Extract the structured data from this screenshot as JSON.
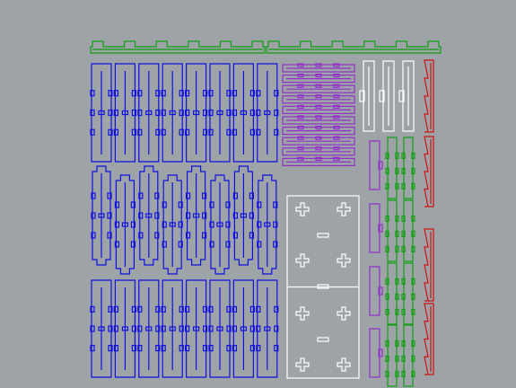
{
  "canvas": {
    "background": "#9ea3a8"
  },
  "colors": {
    "blue": "#1010e0",
    "purple": "#9030c8",
    "white": "#ffffff",
    "green": "#10a010",
    "red": "#d01010"
  },
  "groups": {
    "green_rails": {
      "label": "",
      "count": 2
    },
    "blue_panels_top": {
      "count": 8
    },
    "blue_panels_mid": {
      "count": 8
    },
    "blue_panels_bottom": {
      "count": 8
    },
    "purple_slats": {
      "count": 10
    },
    "white_slats": {
      "count": 3
    },
    "white_board": {
      "count": 1,
      "cross_marks": 8,
      "slots": 3
    },
    "purple_pegs": {
      "count": 4
    },
    "green_pegs": {
      "count": 8
    },
    "red_rails": {
      "count": 4
    }
  }
}
